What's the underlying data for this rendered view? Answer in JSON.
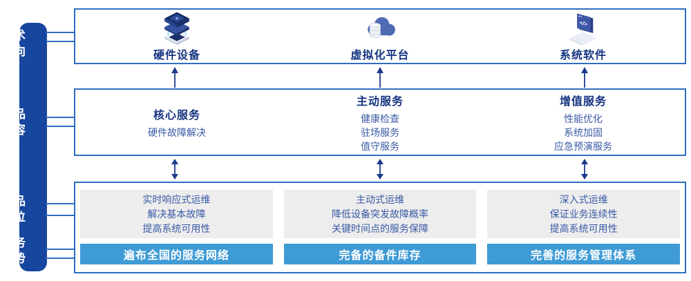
{
  "palette": {
    "rail_bg": "#17469E",
    "frame_border": "#2F6EC0",
    "heading_text": "#143380",
    "body_text": "#3A5AA5",
    "panel_bg": "#EDEDED",
    "advantage_bar_bg": "#3F9BD5",
    "advantage_bar_text": "#FFFFFF",
    "arrow": "#1C3A8C"
  },
  "sidebar": {
    "labels": [
      {
        "line1": "技术",
        "line2": "方向"
      },
      {
        "line1": "产品",
        "line2": "内容"
      },
      {
        "line1": "产品",
        "line2": "定位"
      },
      {
        "line1": "服务",
        "line2": "优势"
      }
    ]
  },
  "tech_row": {
    "items": [
      {
        "icon": "server-stack-icon",
        "label": "硬件设备"
      },
      {
        "icon": "cloud-database-icon",
        "label": "虚拟化平台"
      },
      {
        "icon": "code-window-icon",
        "label": "系统软件"
      }
    ]
  },
  "content_row": {
    "columns": [
      {
        "title": "核心服务",
        "items": [
          "硬件故障解决"
        ]
      },
      {
        "title": "主动服务",
        "items": [
          "健康检查",
          "驻场服务",
          "值守服务"
        ]
      },
      {
        "title": "增值服务",
        "items": [
          "性能优化",
          "系统加固",
          "应急预演服务"
        ]
      }
    ]
  },
  "bottom_row": {
    "columns": [
      {
        "positioning": [
          "实时响应式运维",
          "解决基本故障",
          "提高系统可用性"
        ],
        "advantage": "遍布全国的服务网络"
      },
      {
        "positioning": [
          "主动式运维",
          "降低设备突发故障概率",
          "关键时间点的服务保障"
        ],
        "advantage": "完备的备件库存"
      },
      {
        "positioning": [
          "深入式运维",
          "保证业务连续性",
          "提高系统可用性"
        ],
        "advantage": "完善的服务管理体系"
      }
    ]
  }
}
